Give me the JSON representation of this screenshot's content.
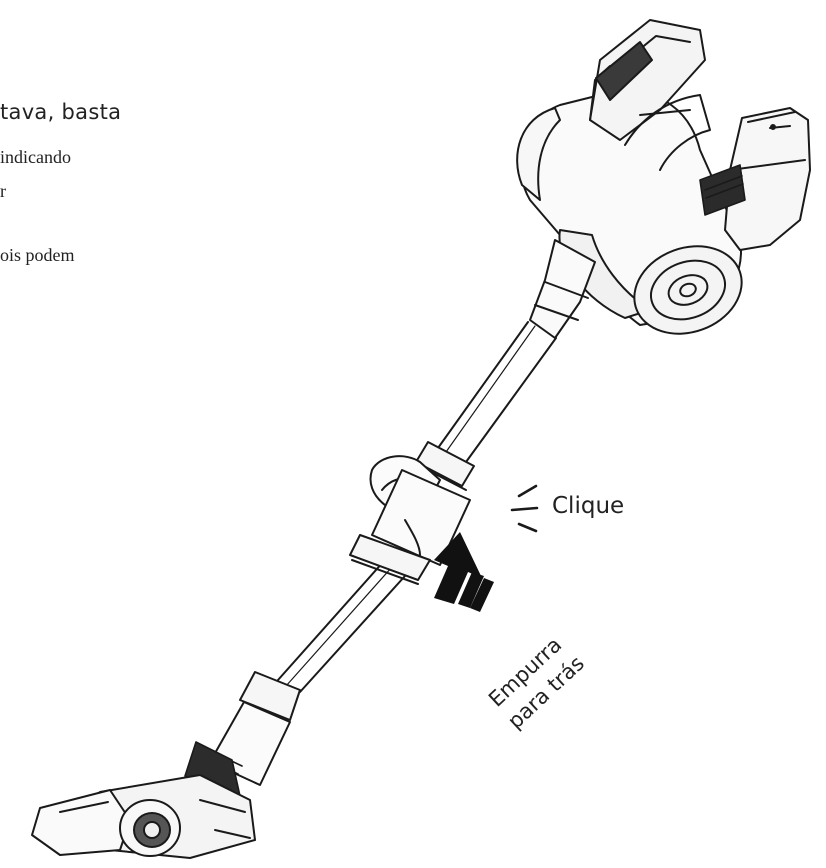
{
  "text_fragments": {
    "line1": "tava, basta",
    "line2": " indicando",
    "line3": "r",
    "line4": "ois podem"
  },
  "labels": {
    "click": "Clique",
    "push_line1": "Empurra",
    "push_line2": "para trás"
  },
  "colors": {
    "line": "#1a1a1a",
    "arrow": "#111111",
    "text": "#222222",
    "background": "#ffffff"
  },
  "icons": [
    "vacuum-cleaner-illustration",
    "click-sound-marks-icon",
    "push-arrow-icon"
  ]
}
